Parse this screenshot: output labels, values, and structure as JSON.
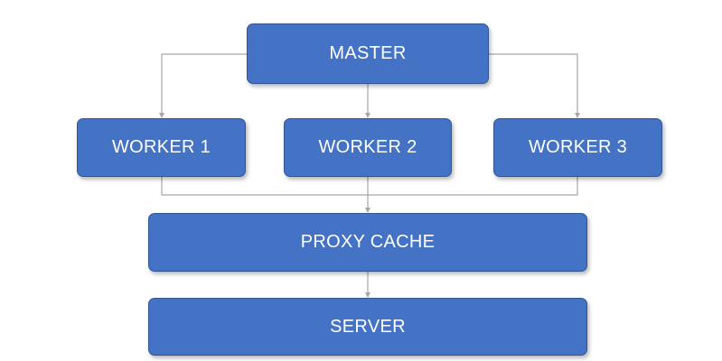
{
  "diagram": {
    "colors": {
      "box_fill": "#4472c4",
      "box_border": "#2f5597",
      "connector": "#a6a6a6",
      "text": "#ffffff"
    },
    "nodes": {
      "master": "MASTER",
      "worker_1": "WORKER 1",
      "worker_2": "WORKER 2",
      "worker_3": "WORKER 3",
      "proxy_cache": "PROXY CACHE",
      "server": "SERVER"
    },
    "edges": [
      {
        "from": "MASTER",
        "to": "WORKER 1"
      },
      {
        "from": "MASTER",
        "to": "WORKER 2"
      },
      {
        "from": "MASTER",
        "to": "WORKER 3"
      },
      {
        "from": "WORKER 1",
        "to": "PROXY CACHE"
      },
      {
        "from": "WORKER 2",
        "to": "PROXY CACHE"
      },
      {
        "from": "WORKER 3",
        "to": "PROXY CACHE"
      },
      {
        "from": "PROXY CACHE",
        "to": "SERVER"
      }
    ]
  }
}
